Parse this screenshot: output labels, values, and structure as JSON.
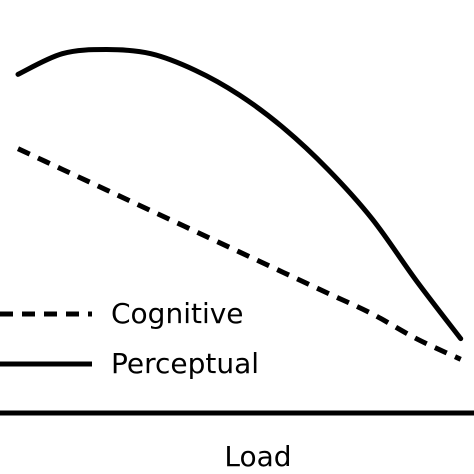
{
  "chart_data": {
    "type": "line",
    "title": "",
    "xlabel": "Load",
    "ylabel": "",
    "x": [
      0,
      0.1,
      0.2,
      0.3,
      0.4,
      0.5,
      0.6,
      0.7,
      0.8,
      0.9,
      1.0
    ],
    "series": [
      {
        "name": "Cognitive",
        "line_style": "dashed",
        "color": "#000000",
        "values": [
          0.64,
          0.59,
          0.54,
          0.49,
          0.44,
          0.39,
          0.34,
          0.29,
          0.24,
          0.18,
          0.13
        ]
      },
      {
        "name": "Perceptual",
        "line_style": "solid",
        "color": "#000000",
        "values": [
          0.82,
          0.87,
          0.88,
          0.87,
          0.83,
          0.77,
          0.69,
          0.59,
          0.47,
          0.32,
          0.18
        ]
      }
    ],
    "xlim": [
      0,
      1.03
    ],
    "ylim": [
      0,
      1
    ],
    "grid": false,
    "legend": {
      "placement": "bottom-left",
      "entries": [
        "Cognitive",
        "Perceptual"
      ]
    }
  }
}
